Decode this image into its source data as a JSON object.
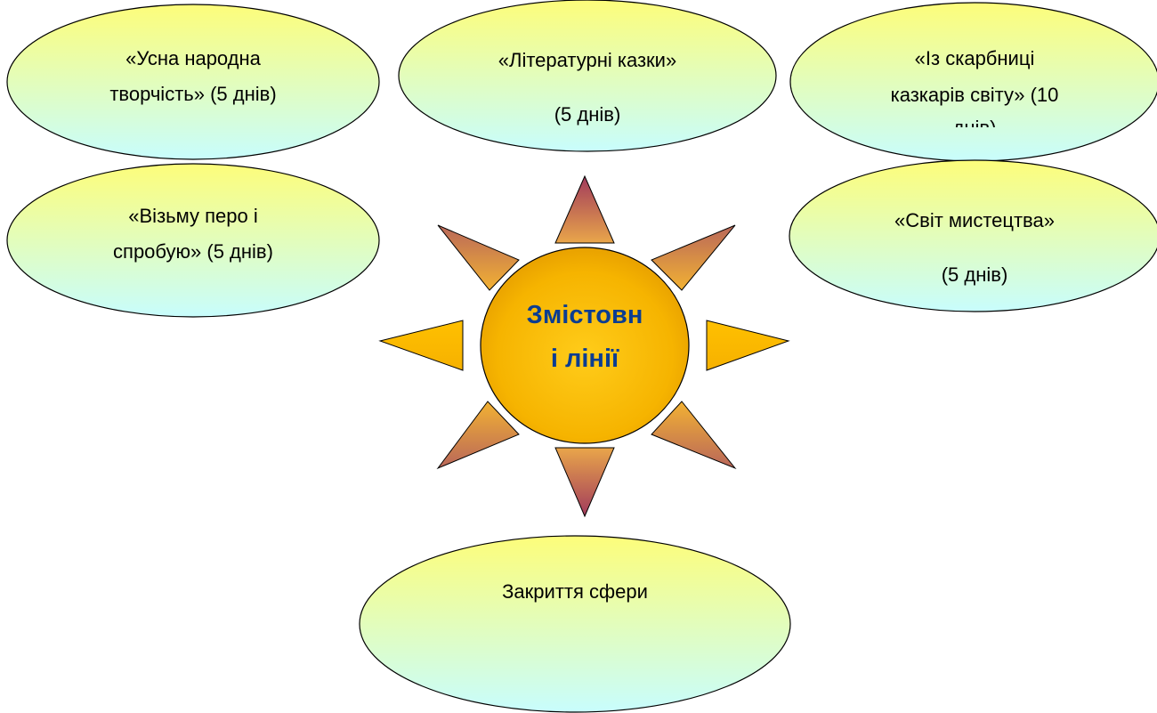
{
  "colors": {
    "ellipse_top": "#fdfd7a",
    "ellipse_bottom": "#c8fdfd",
    "ellipse_stroke": "#000000",
    "sun_center": "#f6b400",
    "sun_outer": "#f2a600",
    "ray_maroon": "#a13a5c",
    "ray_gold": "#f2b233",
    "ray_yellow": "#ffc000",
    "center_text": "#0b3d91"
  },
  "center": {
    "line1": "Змістовн",
    "line2": "і лінії"
  },
  "topics": [
    {
      "id": "oral-folk",
      "line1": "«Усна народна",
      "line2": "творчість» (5 днів)"
    },
    {
      "id": "literary-tales",
      "line1": "«Літературні казки»",
      "line2": "(5 днів)"
    },
    {
      "id": "world-storytellers",
      "line1": "«Із скарбниці",
      "line2": "казкарів світу» (10",
      "line3": "днів)"
    },
    {
      "id": "pen-try",
      "line1": "«Візьму перо і",
      "line2": "спробую» (5 днів)"
    },
    {
      "id": "world-of-art",
      "line1": "«Світ мистецтва»",
      "line2": "(5 днів)"
    },
    {
      "id": "closing",
      "line1": "Закриття сфери"
    }
  ]
}
